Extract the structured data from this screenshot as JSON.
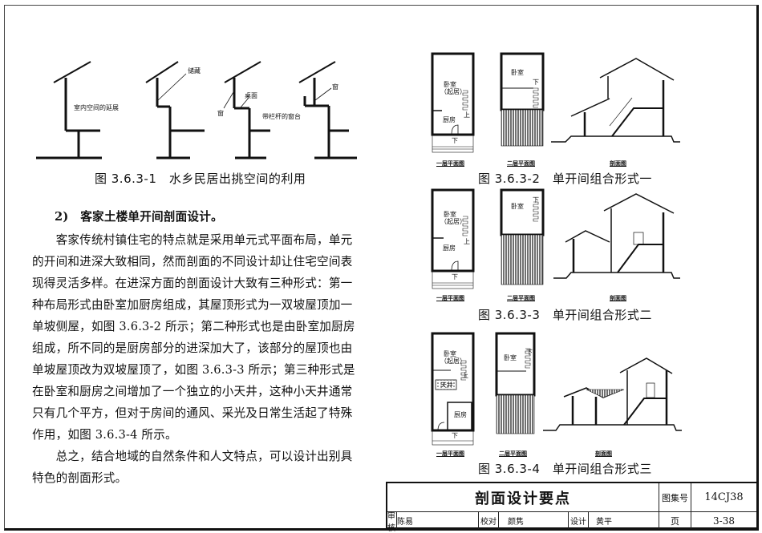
{
  "figure1": {
    "caption": "图 3.6.3-1　水乡民居出挑空间的利用",
    "labels": [
      "室内空间的延展",
      "储藏",
      "窗",
      "桌面",
      "带栏杆的窗台",
      "窗"
    ]
  },
  "figure2": {
    "caption": "图 3.6.3-2　单开间组合形式一",
    "plan_labels": [
      "一层平面图",
      "二层平面图",
      "剖面图"
    ],
    "room_labels": {
      "bedroom": "卧室",
      "living": "（起居）",
      "kitchen": "厨房",
      "up": "上",
      "down": "下",
      "bedroom2": "卧室",
      "down2": "下"
    }
  },
  "figure3": {
    "caption": "图 3.6.3-3　单开间组合形式二",
    "plan_labels": [
      "一层平面图",
      "二层平面图",
      "剖面图"
    ],
    "room_labels": {
      "bedroom": "卧室",
      "living": "（起居）",
      "kitchen": "厨房",
      "up": "上",
      "down": "下",
      "bedroom2": "卧室",
      "down2": "下"
    }
  },
  "figure4": {
    "caption": "图 3.6.3-4　单开间组合形式三",
    "plan_labels": [
      "一层平面图",
      "二层平面图",
      "剖面图"
    ],
    "room_labels": {
      "bedroom": "卧室",
      "living": "（起居）",
      "courtyard": "天井",
      "kitchen": "厨房",
      "up": "上",
      "down": "下",
      "bedroom2": "卧室",
      "down2": "下"
    }
  },
  "text": {
    "heading": "2)　客家土楼单开间剖面设计。",
    "lines": [
      "　　客家传统村镇住宅的特点就是采用单元式平面布局，单元",
      "的开间和进深大致相同，然而剖面的不同设计却让住宅空间表",
      "现得灵活多样。在进深方面的剖面设计大致有三种形式：第一",
      "种布局形式由卧室加厨房组成，其屋顶形式为一双坡屋顶加一",
      "单坡侧屋，如图 3.6.3-2 所示；第二种形式也是由卧室加厨房",
      "组成，所不同的是厨房部分的进深加大了，该部分的屋顶也由",
      "单坡屋顶改为双坡屋顶了，如图 3.6.3-3 所示；第三种形式是",
      "在卧室和厨房之间增加了一个独立的小天井，这种小天井通常",
      "只有几个平方，但对于房间的通风、采光及日常生活起了特殊",
      "作用，如图 3.6.3-4 所示。",
      "　　总之，结合地域的自然条件和人文特点，可以设计出别具",
      "特色的剖面形式。"
    ]
  },
  "title_block": {
    "title": "剖面设计要点",
    "atlas_label": "图集号",
    "atlas_no": "14CJ38",
    "review_label": "审核",
    "reviewer": "陈易",
    "reviewer_sig": "陈易",
    "check_label": "校对",
    "checker": "颜隽",
    "checker_sig": "颜隽",
    "design_label": "设计",
    "designer": "黄平",
    "designer_sig": "黄平",
    "page_label": "页",
    "page_no": "3-38"
  }
}
